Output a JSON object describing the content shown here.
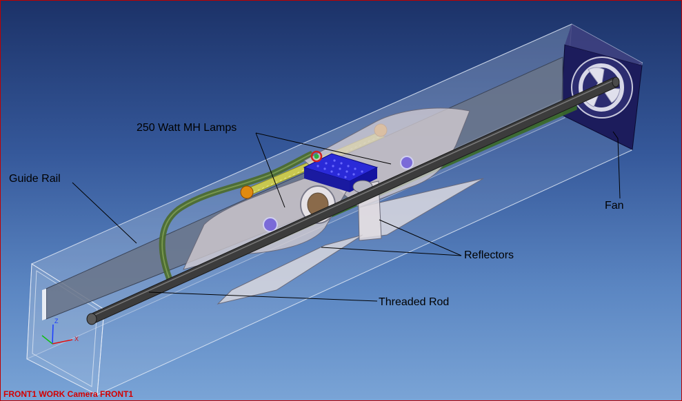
{
  "callouts": {
    "lamps": "250 Watt MH Lamps",
    "guide_rail": "Guide Rail",
    "fan": "Fan",
    "reflectors": "Reflectors",
    "threaded_rod": "Threaded Rod"
  },
  "status_bar": {
    "camera": "FRONT1 WORK Camera FRONT1"
  },
  "axes": {
    "z": "Z",
    "x": "X"
  },
  "colors": {
    "border": "#c00000",
    "status_text": "#d40000",
    "fan_panel": "#1c1c5c",
    "carriage": "#2a2ad8",
    "cable": "#4a6a2a",
    "rod": "#3c3c3c",
    "lead_screw": "#c8c850",
    "pulley": "#e08a10"
  }
}
